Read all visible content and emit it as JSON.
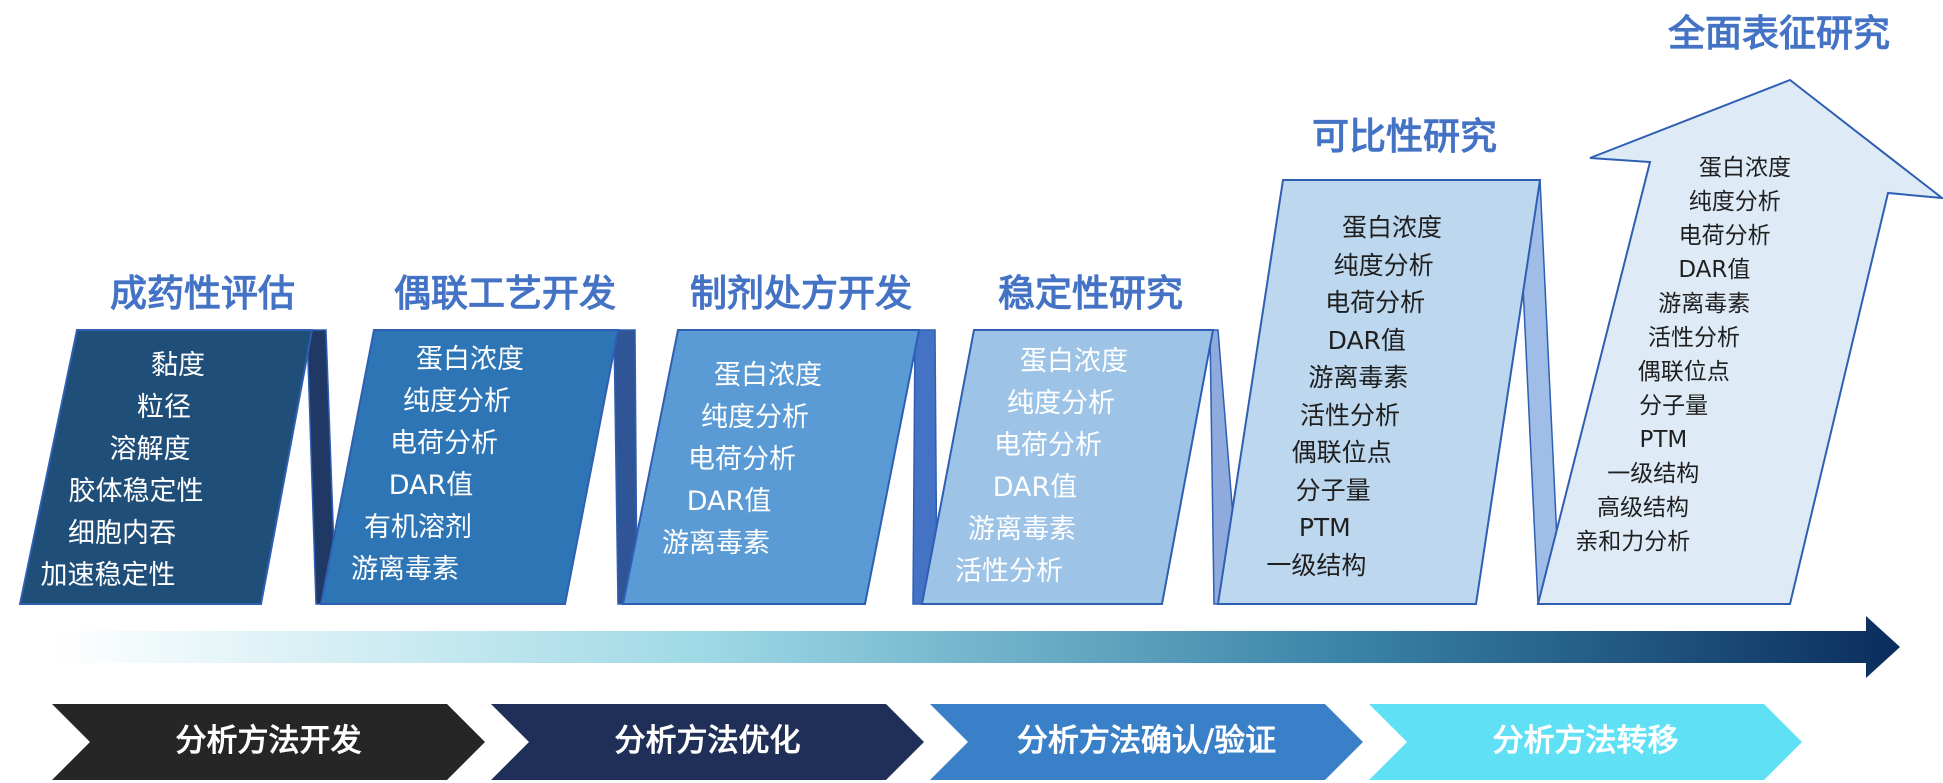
{
  "stages": [
    {
      "title": "成药性评估",
      "items": [
        "黏度",
        "粒径",
        "溶解度",
        "胶体稳定性",
        "细胞内吞",
        "加速稳定性"
      ]
    },
    {
      "title": "偶联工艺开发",
      "items": [
        "蛋白浓度",
        "纯度分析",
        "电荷分析",
        "DAR值",
        "有机溶剂",
        "游离毒素"
      ]
    },
    {
      "title": "制剂处方开发",
      "items": [
        "蛋白浓度",
        "纯度分析",
        "电荷分析",
        "DAR值",
        "游离毒素"
      ]
    },
    {
      "title": "稳定性研究",
      "items": [
        "蛋白浓度",
        "纯度分析",
        "电荷分析",
        "DAR值",
        "游离毒素",
        "活性分析"
      ]
    },
    {
      "title": "可比性研究",
      "items": [
        "蛋白浓度",
        "纯度分析",
        "电荷分析",
        "DAR值",
        "游离毒素",
        "活性分析",
        "偶联位点",
        "分子量",
        "PTM",
        "一级结构"
      ]
    },
    {
      "title": "全面表征研究",
      "items": [
        "蛋白浓度",
        "纯度分析",
        "电荷分析",
        "DAR值",
        "游离毒素",
        "活性分析",
        "偶联位点",
        "分子量",
        "PTM",
        "一级结构",
        "高级结构",
        "亲和力分析"
      ]
    }
  ],
  "phases": [
    "分析方法开发",
    "分析方法优化",
    "分析方法确认/验证",
    "分析方法转移"
  ],
  "colors": {
    "title": "#4472c4",
    "panel_fills": [
      "#1f4e79",
      "#2e75b6",
      "#5b9bd5",
      "#9dc3e6",
      "#bdd7ee",
      "#deebf7"
    ],
    "panel_text": [
      "#ffffff",
      "#ffffff",
      "#ffffff",
      "#ffffff",
      "#1f1f1f",
      "#1f1f1f"
    ],
    "chevron_fills": [
      "#262626",
      "#1f2f57",
      "#3a80c8",
      "#5fe0f5"
    ],
    "arrow_gradient": [
      "#ffffff",
      "#9fd9e6",
      "#3a84a8",
      "#0a2d5c"
    ]
  }
}
